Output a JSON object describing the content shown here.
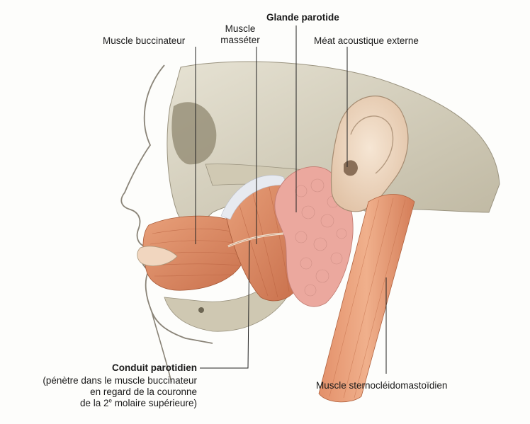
{
  "labels": {
    "glande_parotide": "Glande parotide",
    "muscle_buccinateur": "Muscle buccinateur",
    "muscle_masseter_1": "Muscle",
    "muscle_masseter_2": "masséter",
    "meat_acoustique": "Méat acoustique externe",
    "conduit_title": "Conduit parotidien",
    "conduit_desc_1": "(pénètre dans le muscle buccinateur",
    "conduit_desc_2": "en regard de la couronne",
    "conduit_desc_3a": "de la 2",
    "conduit_desc_3sup": "e",
    "conduit_desc_3b": " molaire supérieure)",
    "sterno": "Muscle sternocléidomastoïdien"
  },
  "colors": {
    "muscle": "#d98a63",
    "gland": "#e9a79b",
    "bone": "#d9d4c2",
    "skin_outline": "#8a8478",
    "leader_line": "#222222"
  }
}
